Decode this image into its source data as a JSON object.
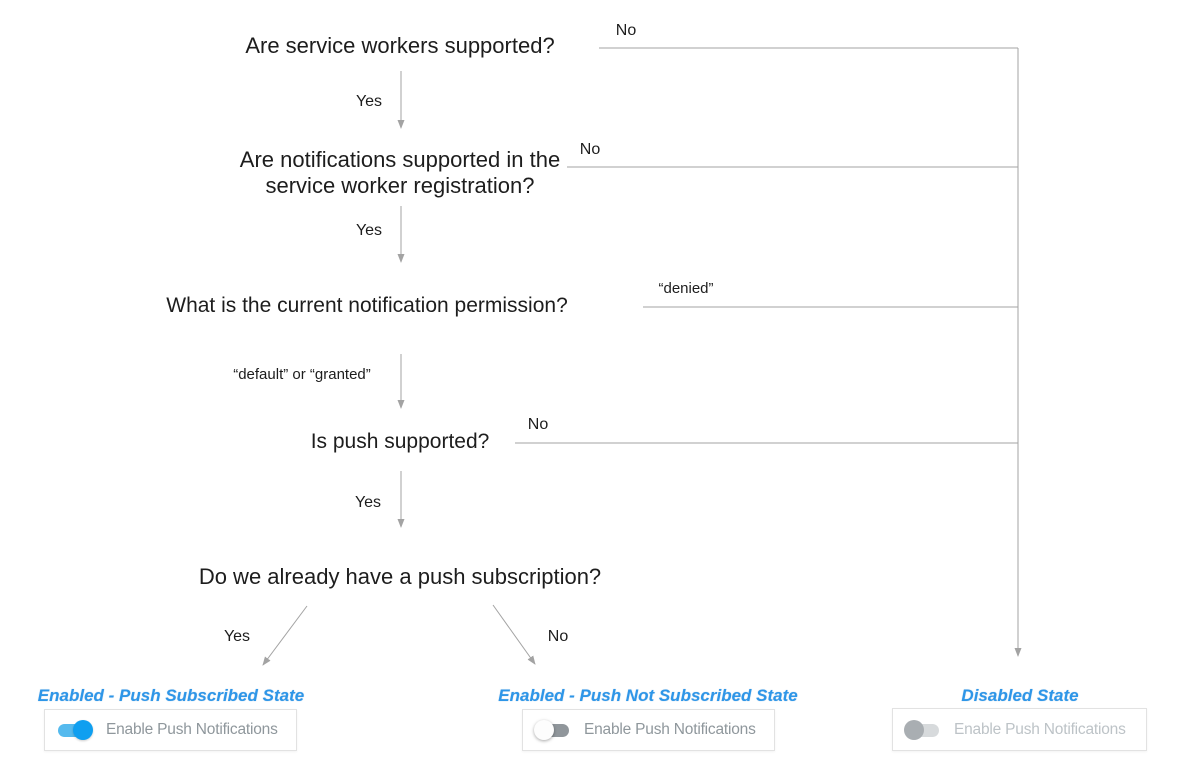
{
  "diagram": {
    "questions": [
      {
        "id": "q1",
        "text": "Are service workers supported?"
      },
      {
        "id": "q2",
        "text": "Are notifications supported in the service worker registration?"
      },
      {
        "id": "q3",
        "text": "What is the current notification permission?"
      },
      {
        "id": "q4",
        "text": "Is push supported?"
      },
      {
        "id": "q5",
        "text": "Do we already have a push subscription?"
      }
    ],
    "edge_labels": {
      "q1_yes": "Yes",
      "q1_no": "No",
      "q2_yes": "Yes",
      "q2_no": "No",
      "q3_yes": "“default” or “granted”",
      "q3_no": "“denied”",
      "q4_yes": "Yes",
      "q4_no": "No",
      "q5_yes": "Yes",
      "q5_no": "No"
    },
    "states": [
      {
        "label": "Enabled - Push Subscribed State",
        "toggle": "on",
        "toggle_label": "Enable Push Notifications"
      },
      {
        "label": "Enabled - Push Not Subscribed State",
        "toggle": "off",
        "toggle_label": "Enable Push Notifications"
      },
      {
        "label": "Disabled State",
        "toggle": "disabled",
        "toggle_label": "Enable Push Notifications"
      }
    ],
    "colors": {
      "line_gray": "#a3a3a3",
      "question_text": "#1d1d1d",
      "state_label_blue": "#2e96e8",
      "toggle_on_track": "#55baee",
      "toggle_on_knob": "#0f9ff0",
      "toggle_off_track": "#90969b",
      "toggle_off_knob": "#fdfdfd",
      "toggle_disabled_track": "#d7dadc",
      "toggle_disabled_knob": "#a9aeb2",
      "card_border": "#e2e2e2",
      "card_label_gray": "#8f979c",
      "card_label_disabled": "#bdc3c7"
    }
  }
}
